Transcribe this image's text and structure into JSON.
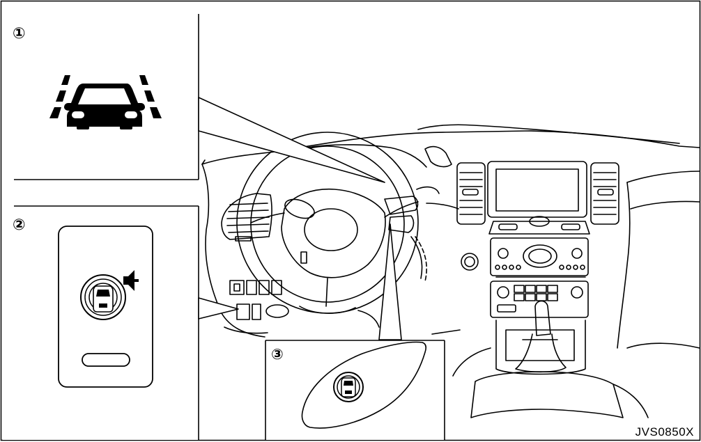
{
  "callouts": {
    "one": "①",
    "two": "②",
    "three": "③"
  },
  "figure_code": "JVS0850X",
  "icons": {
    "lane_departure": "lane-departure-warning-icon",
    "switch_panel": "lane-departure-prevention-switch-icon",
    "steering_button": "steering-wheel-switch-icon"
  }
}
